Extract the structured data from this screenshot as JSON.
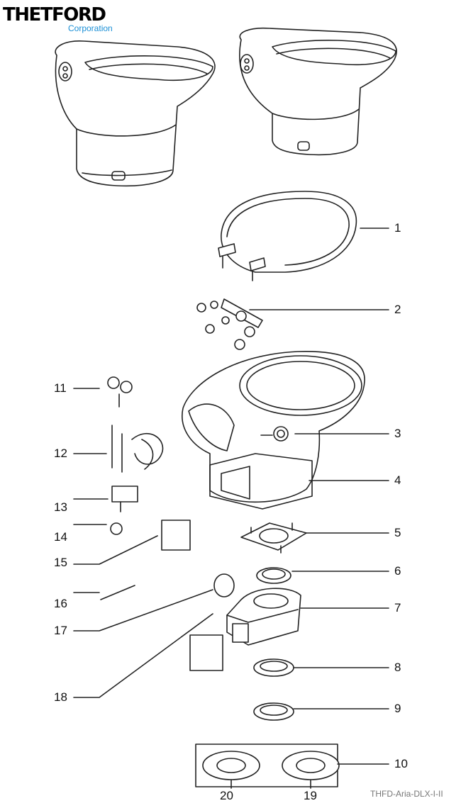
{
  "brand": {
    "wordmark": "THETFORD",
    "subtitle": "Corporation",
    "color": "#1a8fd6"
  },
  "callouts": [
    "1",
    "2",
    "3",
    "4",
    "5",
    "6",
    "7",
    "8",
    "9",
    "10",
    "11",
    "12",
    "13",
    "14",
    "15",
    "16",
    "17",
    "18",
    "19",
    "20"
  ],
  "drawing_code": "THFD-Aria-DLX-I-II"
}
